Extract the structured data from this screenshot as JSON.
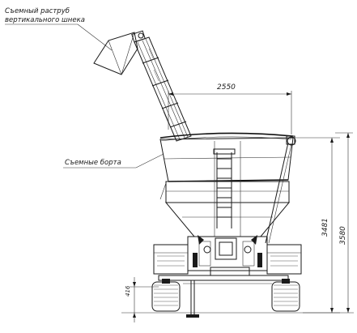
{
  "callouts": {
    "spout_line1": "Съемный раструб",
    "spout_line2": "вертикального шнека",
    "sides": "Съемные борта"
  },
  "dimensions": {
    "width_2550": "2550",
    "height_3481": "3481",
    "height_3580": "3580",
    "clearance": "416"
  }
}
